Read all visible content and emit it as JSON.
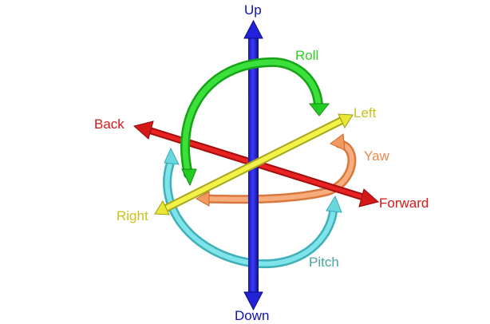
{
  "axes": {
    "up": {
      "label": "Up",
      "color": "#1010b8"
    },
    "down": {
      "label": "Down",
      "color": "#1010b8"
    },
    "back": {
      "label": "Back",
      "color": "#d11a1a"
    },
    "forward": {
      "label": "Forward",
      "color": "#d11a1a"
    },
    "left": {
      "label": "Left",
      "color": "#c9c21c"
    },
    "right": {
      "label": "Right",
      "color": "#c9c21c"
    }
  },
  "rotations": {
    "roll": {
      "label": "Roll",
      "color": "#2fcf22"
    },
    "yaw": {
      "label": "Yaw",
      "color": "#e58a4e"
    },
    "pitch": {
      "label": "Pitch",
      "color": "#4aa59c"
    }
  },
  "colors": {
    "blue_axis": "#1a10c8",
    "red_axis": "#d41717",
    "yellow_axis": "#e8e834",
    "roll_arrow": "#22cc22",
    "yaw_arrow": "#f29a5e",
    "pitch_arrow": "#66d6dd"
  }
}
